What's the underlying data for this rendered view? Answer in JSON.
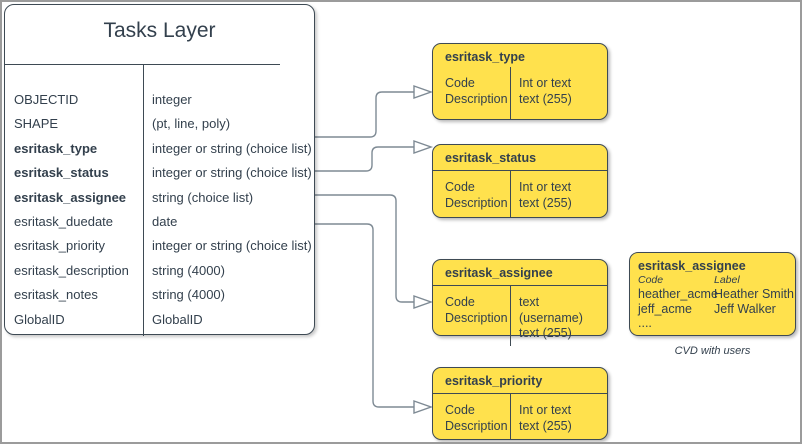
{
  "main_table": {
    "title": "Tasks Layer",
    "fields": [
      {
        "name": "OBJECTID",
        "type": "integer"
      },
      {
        "name": "SHAPE",
        "type": "(pt, line, poly)"
      },
      {
        "name": "esritask_type",
        "type": "integer or string (choice list)"
      },
      {
        "name": "esritask_status",
        "type": "integer or string (choice list)"
      },
      {
        "name": "esritask_assignee",
        "type": "string (choice list)"
      },
      {
        "name": "esritask_duedate",
        "type": "date"
      },
      {
        "name": "esritask_priority",
        "type": "integer or string (choice list)"
      },
      {
        "name": "esritask_description",
        "type": "string (4000)"
      },
      {
        "name": "esritask_notes",
        "type": "string (4000)"
      },
      {
        "name": "GlobalID",
        "type": "GlobalID"
      }
    ]
  },
  "domain_boxes": [
    {
      "title": "esritask_type",
      "left": "Code\nDescription",
      "right": "Int or text\ntext (255)"
    },
    {
      "title": "esritask_status",
      "left": "Code\nDescription",
      "right": "Int or text\ntext (255)"
    },
    {
      "title": "esritask_assignee",
      "left": "Code\nDescription",
      "right": "text  (username)\ntext (255)"
    },
    {
      "title": "esritask_priority",
      "left": "Code\nDescription",
      "right": "Int or text\ntext (255)"
    }
  ],
  "cvd_box": {
    "title": "esritask_assignee",
    "col_headers": {
      "code": "Code",
      "label": "Label"
    },
    "rows": [
      {
        "code": "heather_acme",
        "label": "Heather Smith"
      },
      {
        "code": "jeff_acme",
        "label": "Jeff Walker"
      },
      {
        "code": "....",
        "label": ""
      }
    ],
    "caption": "CVD with users"
  },
  "colors": {
    "box_fill": "#ffe14d",
    "shape_stroke": "#3e4a54",
    "text": "#33404d",
    "connector": "#7e8a94",
    "canvas_border": "#9b9b9b"
  }
}
